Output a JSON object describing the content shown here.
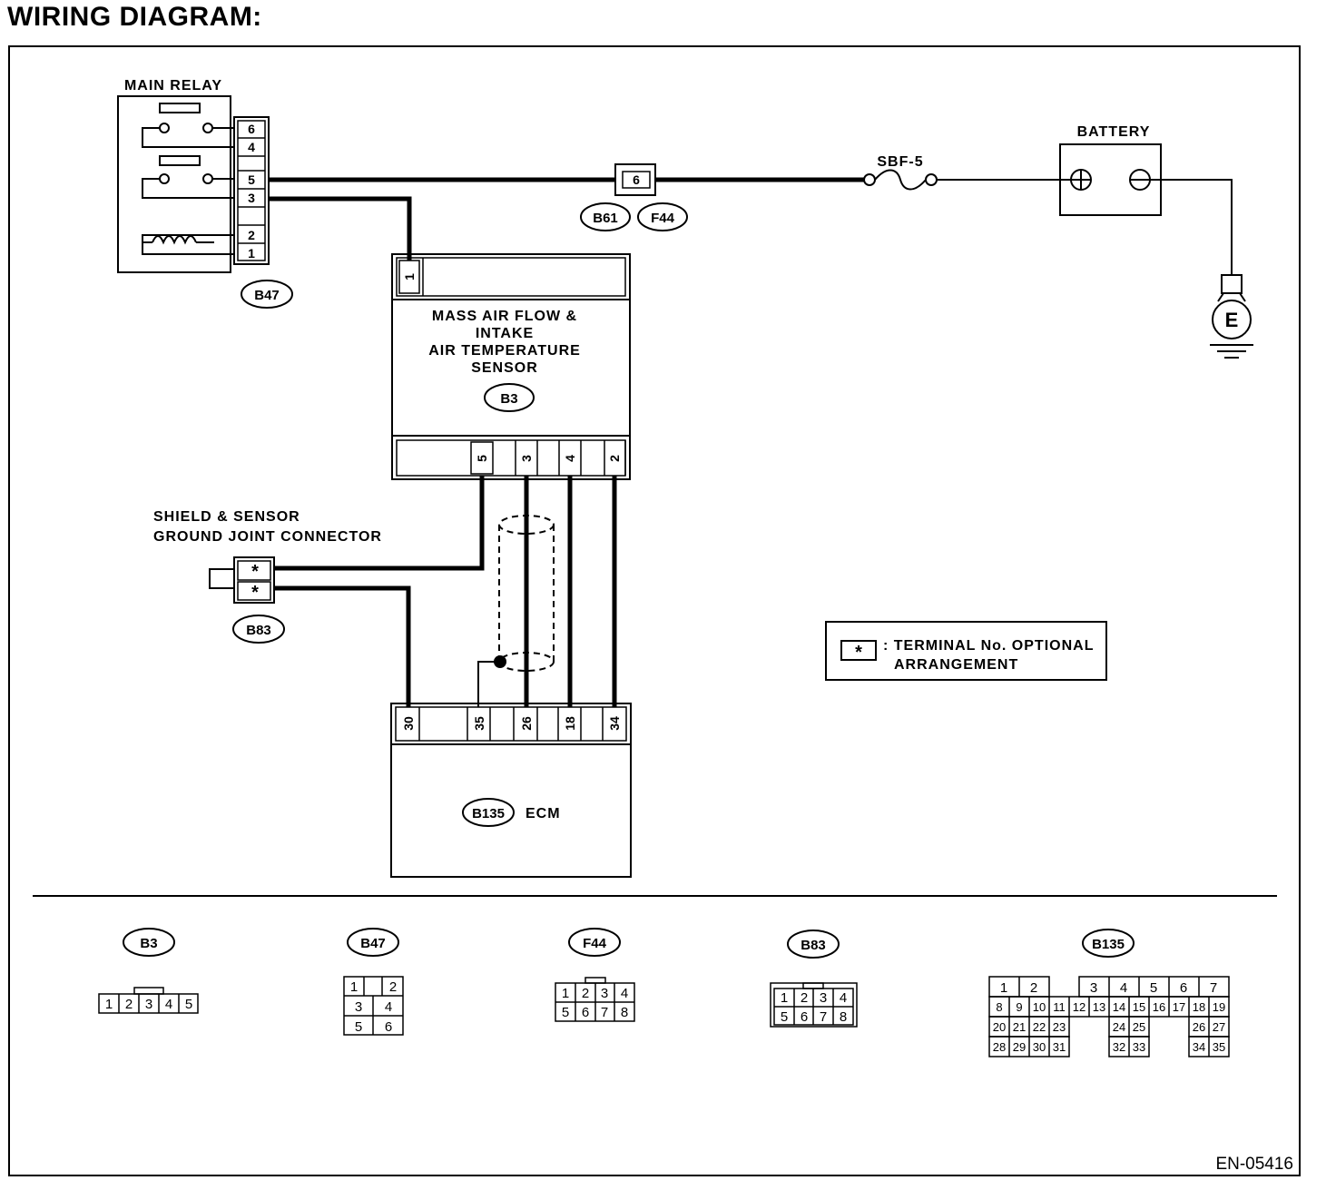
{
  "title": "WIRING DIAGRAM:",
  "figure_code": "EN-05416",
  "labels": {
    "main_relay": "MAIN RELAY",
    "battery": "BATTERY",
    "fuse": "SBF-5",
    "ground": "E",
    "sensor_line1": "MASS AIR FLOW &",
    "sensor_line2": "INTAKE",
    "sensor_line3": "AIR TEMPERATURE",
    "sensor_line4": "SENSOR",
    "shield_line1": "SHIELD & SENSOR",
    "shield_line2": "GROUND JOINT CONNECTOR",
    "ecm": "ECM",
    "legend_symbol": "*",
    "legend_line1": ": TERMINAL No. OPTIONAL",
    "legend_line2": "ARRANGEMENT"
  },
  "connectors": {
    "b47": "B47",
    "b61": "B61",
    "f44": "F44",
    "b3": "B3",
    "b83": "B83",
    "b135": "B135"
  },
  "pins": {
    "relay": [
      "6",
      "4",
      "5",
      "3",
      "2",
      "1"
    ],
    "inline": "6",
    "sensor_top": "1",
    "sensor_bottom": [
      "5",
      "3",
      "4",
      "2"
    ],
    "shield": [
      "*",
      "*"
    ],
    "ecm": [
      "30",
      "35",
      "26",
      "18",
      "34"
    ]
  },
  "connector_faces": {
    "b3": [
      "1",
      "2",
      "3",
      "4",
      "5"
    ],
    "b47": [
      "1",
      "2",
      "3",
      "4",
      "5",
      "6"
    ],
    "f44": [
      "1",
      "2",
      "3",
      "4",
      "5",
      "6",
      "7",
      "8"
    ],
    "b83": [
      "1",
      "2",
      "3",
      "4",
      "5",
      "6",
      "7",
      "8"
    ],
    "b135": [
      "1",
      "2",
      "3",
      "4",
      "5",
      "6",
      "7",
      "8",
      "9",
      "10",
      "11",
      "12",
      "13",
      "14",
      "15",
      "16",
      "17",
      "18",
      "19",
      "20",
      "21",
      "22",
      "23",
      "24",
      "25",
      "26",
      "27",
      "28",
      "29",
      "30",
      "31",
      "32",
      "33",
      "34",
      "35"
    ]
  }
}
